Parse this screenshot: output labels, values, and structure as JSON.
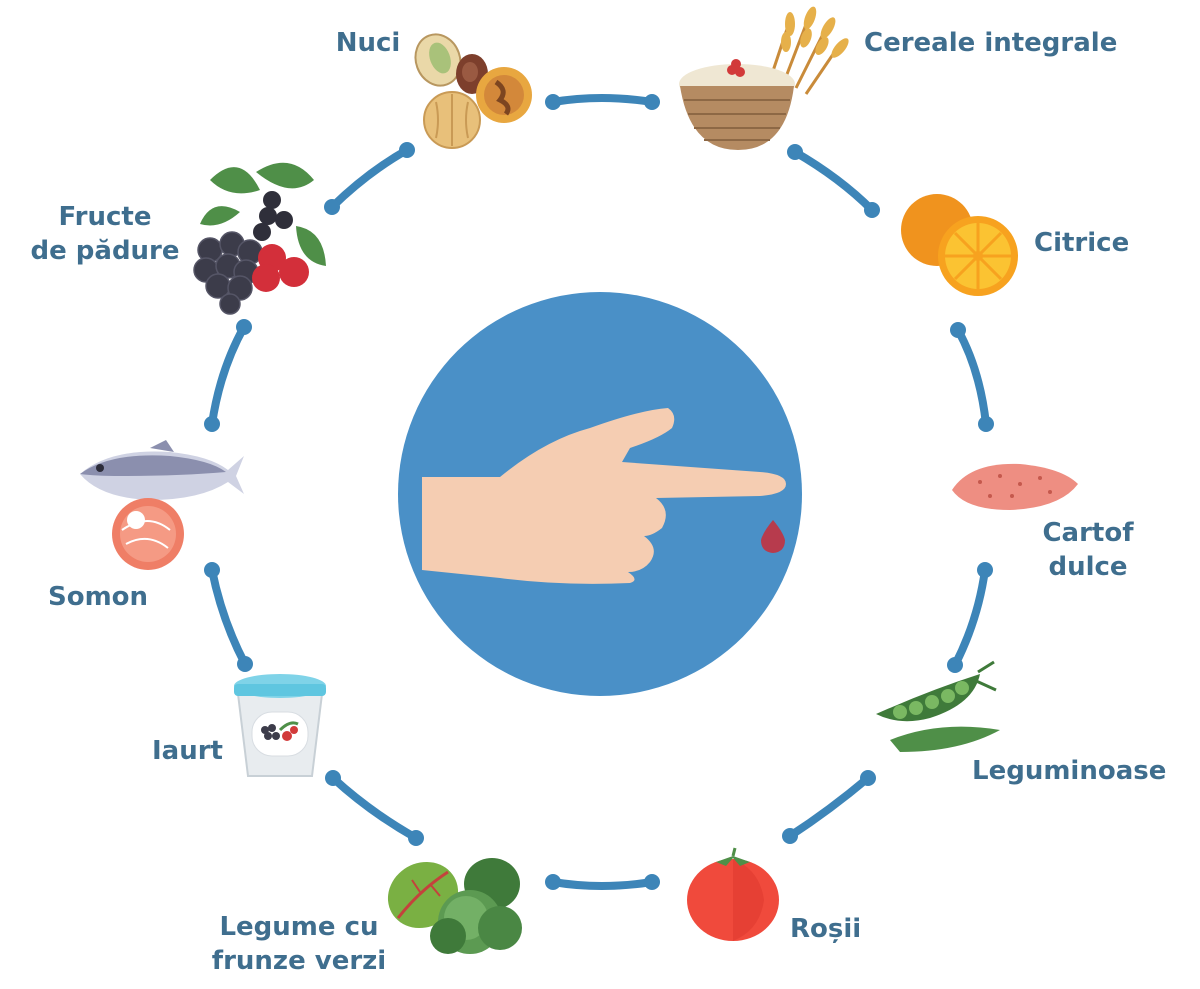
{
  "items": [
    {
      "lines": [
        "Nuci"
      ]
    },
    {
      "lines": [
        "Cereale integrale"
      ]
    },
    {
      "lines": [
        "Citrice"
      ]
    },
    {
      "lines": [
        "Cartof",
        "dulce"
      ]
    },
    {
      "lines": [
        "Leguminoase"
      ]
    },
    {
      "lines": [
        "Roșii"
      ]
    },
    {
      "lines": [
        "Legume cu",
        "frunze verzi"
      ]
    },
    {
      "lines": [
        "Iaurt"
      ]
    },
    {
      "lines": [
        "Somon"
      ]
    },
    {
      "lines": [
        "Fructe",
        "de pădure"
      ]
    }
  ],
  "colors": {
    "accent": "#4a90c7",
    "connector": "#3d85b8",
    "label": "#3f6e8e",
    "skin": "#f5cdb2",
    "blood": "#b73b4d"
  },
  "icons": [
    "nuts-icon",
    "grains-bowl-icon",
    "orange-icon",
    "sweet-potato-icon",
    "peas-icon",
    "tomato-icon",
    "leafy-greens-icon",
    "yogurt-icon",
    "fish-icon",
    "berries-icon",
    "finger-blood-drop-icon"
  ]
}
